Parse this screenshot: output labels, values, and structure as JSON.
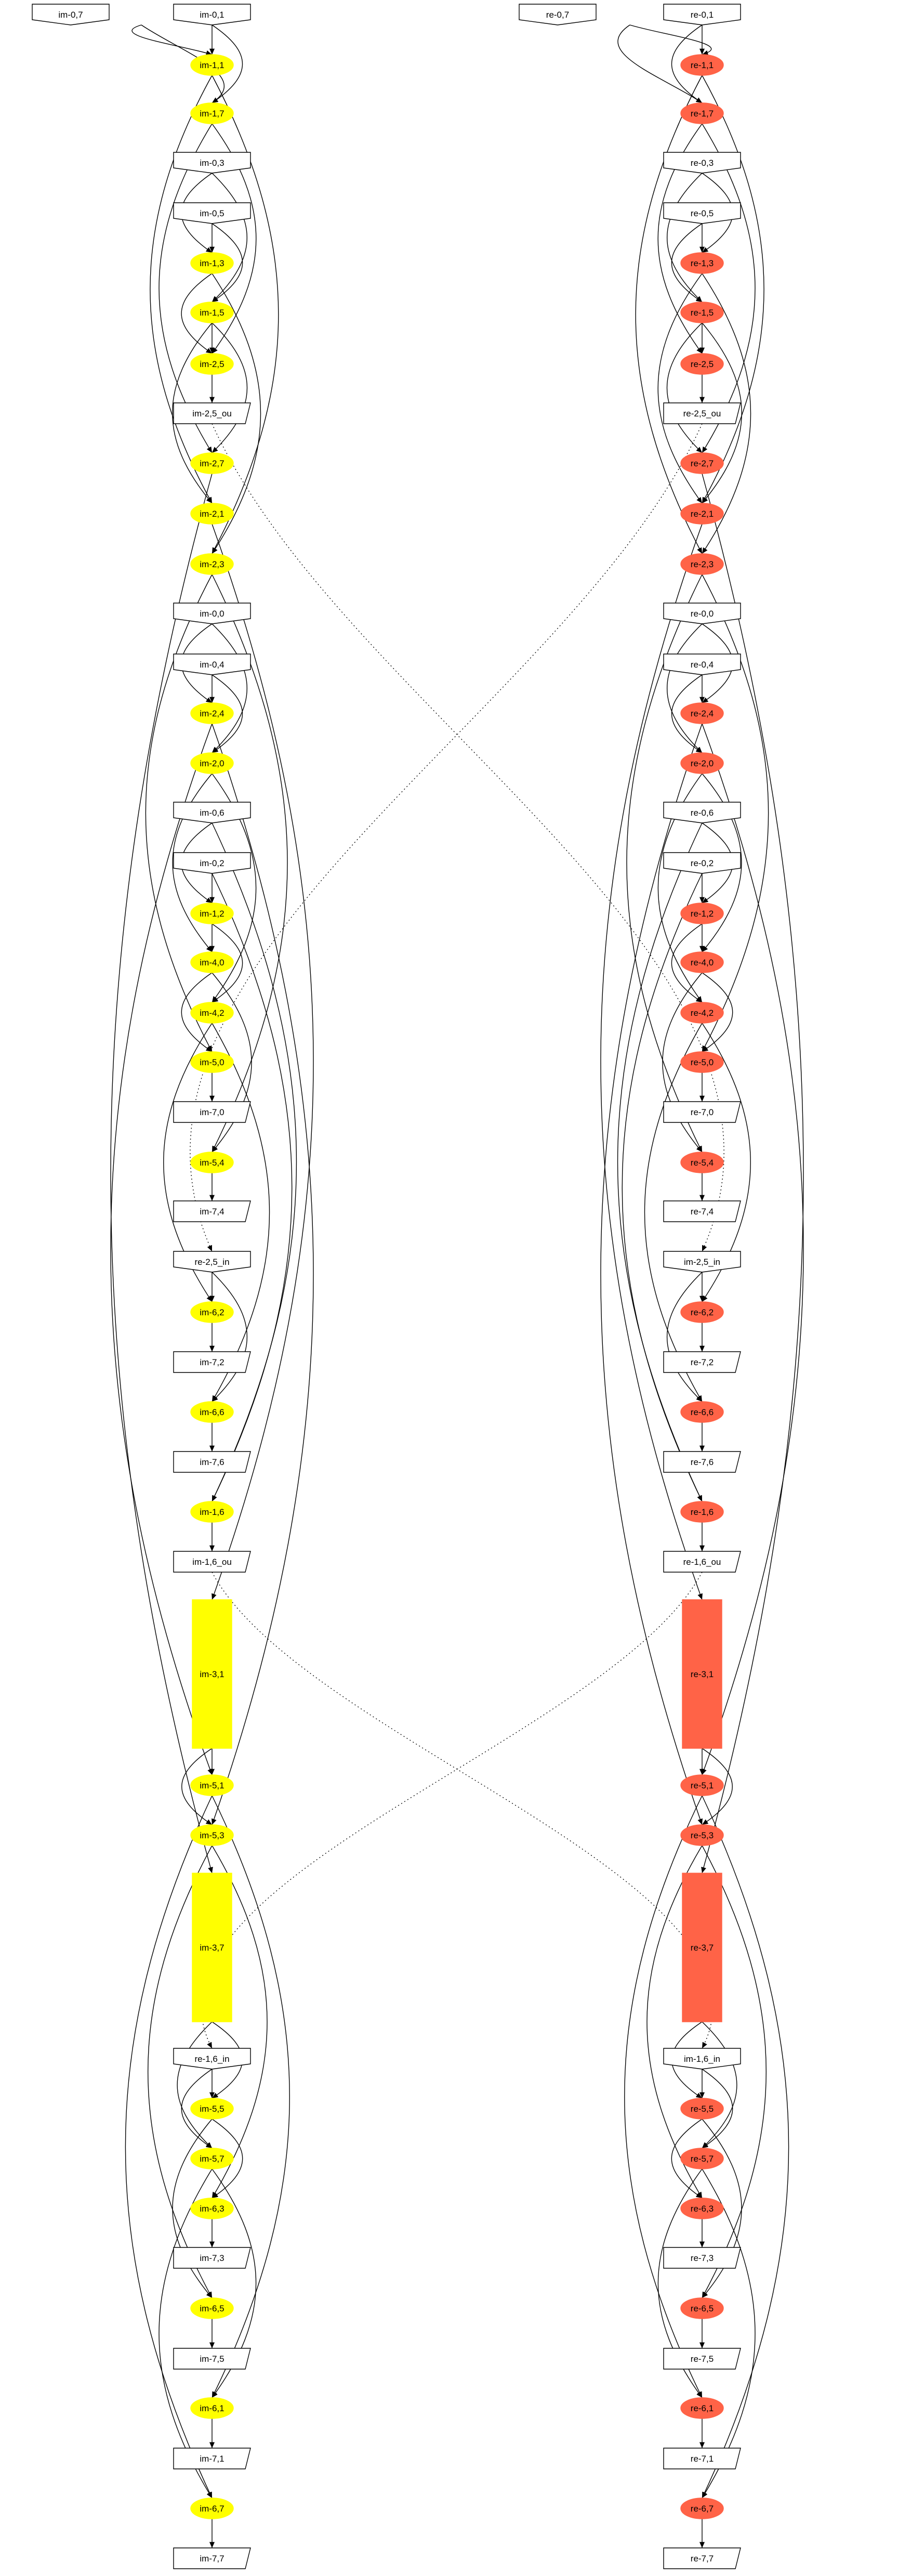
{
  "colors": {
    "im": "#ffff00",
    "re": "#ff6347",
    "io": "#ffffff",
    "stroke": "#000000"
  },
  "nodes": [
    {
      "id": "im-0,7",
      "label": "im-0,7",
      "type": "input"
    },
    {
      "id": "im-0,1",
      "label": "im-0,1",
      "type": "input"
    },
    {
      "id": "im-1,1",
      "label": "im-1,1",
      "type": "im"
    },
    {
      "id": "im-1,7",
      "label": "im-1,7",
      "type": "im"
    },
    {
      "id": "im-0,3",
      "label": "im-0,3",
      "type": "input"
    },
    {
      "id": "im-0,5",
      "label": "im-0,5",
      "type": "input"
    },
    {
      "id": "im-1,3",
      "label": "im-1,3",
      "type": "im"
    },
    {
      "id": "im-1,5",
      "label": "im-1,5",
      "type": "im"
    },
    {
      "id": "im-2,5",
      "label": "im-2,5",
      "type": "im"
    },
    {
      "id": "im-2,5_ou",
      "label": "im-2,5_ou",
      "type": "output"
    },
    {
      "id": "im-2,7",
      "label": "im-2,7",
      "type": "im"
    },
    {
      "id": "im-2,1",
      "label": "im-2,1",
      "type": "im"
    },
    {
      "id": "im-2,3",
      "label": "im-2,3",
      "type": "im"
    },
    {
      "id": "im-0,0",
      "label": "im-0,0",
      "type": "input"
    },
    {
      "id": "im-0,4",
      "label": "im-0,4",
      "type": "input"
    },
    {
      "id": "im-2,4",
      "label": "im-2,4",
      "type": "im"
    },
    {
      "id": "im-2,0",
      "label": "im-2,0",
      "type": "im"
    },
    {
      "id": "im-0,6",
      "label": "im-0,6",
      "type": "input"
    },
    {
      "id": "im-0,2",
      "label": "im-0,2",
      "type": "input"
    },
    {
      "id": "im-1,2",
      "label": "im-1,2",
      "type": "im"
    },
    {
      "id": "im-4,0",
      "label": "im-4,0",
      "type": "im"
    },
    {
      "id": "im-4,2",
      "label": "im-4,2",
      "type": "im"
    },
    {
      "id": "im-5,0",
      "label": "im-5,0",
      "type": "im"
    },
    {
      "id": "im-7,0",
      "label": "im-7,0",
      "type": "output"
    },
    {
      "id": "im-5,4",
      "label": "im-5,4",
      "type": "im"
    },
    {
      "id": "im-7,4",
      "label": "im-7,4",
      "type": "output"
    },
    {
      "id": "re-2,5_in",
      "label": "re-2,5_in",
      "type": "input"
    },
    {
      "id": "im-6,2",
      "label": "im-6,2",
      "type": "im"
    },
    {
      "id": "im-7,2",
      "label": "im-7,2",
      "type": "output"
    },
    {
      "id": "im-6,6",
      "label": "im-6,6",
      "type": "im"
    },
    {
      "id": "im-7,6",
      "label": "im-7,6",
      "type": "output"
    },
    {
      "id": "im-1,6",
      "label": "im-1,6",
      "type": "im"
    },
    {
      "id": "im-1,6_ou",
      "label": "im-1,6_ou",
      "type": "output"
    },
    {
      "id": "im-3,1",
      "label": "im-3,1",
      "type": "im-big"
    },
    {
      "id": "im-5,1",
      "label": "im-5,1",
      "type": "im"
    },
    {
      "id": "im-5,3",
      "label": "im-5,3",
      "type": "im"
    },
    {
      "id": "im-3,7",
      "label": "im-3,7",
      "type": "im-big"
    },
    {
      "id": "re-1,6_in",
      "label": "re-1,6_in",
      "type": "input"
    },
    {
      "id": "im-5,5",
      "label": "im-5,5",
      "type": "im"
    },
    {
      "id": "im-5,7",
      "label": "im-5,7",
      "type": "im"
    },
    {
      "id": "im-6,3",
      "label": "im-6,3",
      "type": "im"
    },
    {
      "id": "im-7,3",
      "label": "im-7,3",
      "type": "output"
    },
    {
      "id": "im-6,5",
      "label": "im-6,5",
      "type": "im"
    },
    {
      "id": "im-7,5",
      "label": "im-7,5",
      "type": "output"
    },
    {
      "id": "im-6,1",
      "label": "im-6,1",
      "type": "im"
    },
    {
      "id": "im-7,1",
      "label": "im-7,1",
      "type": "output"
    },
    {
      "id": "im-6,7",
      "label": "im-6,7",
      "type": "im"
    },
    {
      "id": "im-7,7",
      "label": "im-7,7",
      "type": "output"
    },
    {
      "id": "re-0,7",
      "label": "re-0,7",
      "type": "input"
    },
    {
      "id": "re-0,1",
      "label": "re-0,1",
      "type": "input"
    },
    {
      "id": "re-1,1",
      "label": "re-1,1",
      "type": "re"
    },
    {
      "id": "re-1,7",
      "label": "re-1,7",
      "type": "re"
    },
    {
      "id": "re-0,3",
      "label": "re-0,3",
      "type": "input"
    },
    {
      "id": "re-0,5",
      "label": "re-0,5",
      "type": "input"
    },
    {
      "id": "re-1,3",
      "label": "re-1,3",
      "type": "re"
    },
    {
      "id": "re-1,5",
      "label": "re-1,5",
      "type": "re"
    },
    {
      "id": "re-2,5",
      "label": "re-2,5",
      "type": "re"
    },
    {
      "id": "re-2,5_ou",
      "label": "re-2,5_ou",
      "type": "output"
    },
    {
      "id": "re-2,7",
      "label": "re-2,7",
      "type": "re"
    },
    {
      "id": "re-2,1",
      "label": "re-2,1",
      "type": "re"
    },
    {
      "id": "re-2,3",
      "label": "re-2,3",
      "type": "re"
    },
    {
      "id": "re-0,0",
      "label": "re-0,0",
      "type": "input"
    },
    {
      "id": "re-0,4",
      "label": "re-0,4",
      "type": "input"
    },
    {
      "id": "re-2,4",
      "label": "re-2,4",
      "type": "re"
    },
    {
      "id": "re-2,0",
      "label": "re-2,0",
      "type": "re"
    },
    {
      "id": "re-0,6",
      "label": "re-0,6",
      "type": "input"
    },
    {
      "id": "re-0,2",
      "label": "re-0,2",
      "type": "input"
    },
    {
      "id": "re-1,2",
      "label": "re-1,2",
      "type": "re"
    },
    {
      "id": "re-4,0",
      "label": "re-4,0",
      "type": "re"
    },
    {
      "id": "re-4,2",
      "label": "re-4,2",
      "type": "re"
    },
    {
      "id": "re-5,0",
      "label": "re-5,0",
      "type": "re"
    },
    {
      "id": "re-7,0",
      "label": "re-7,0",
      "type": "output"
    },
    {
      "id": "re-5,4",
      "label": "re-5,4",
      "type": "re"
    },
    {
      "id": "re-7,4",
      "label": "re-7,4",
      "type": "output"
    },
    {
      "id": "im-2,5_in",
      "label": "im-2,5_in",
      "type": "input"
    },
    {
      "id": "re-6,2",
      "label": "re-6,2",
      "type": "re"
    },
    {
      "id": "re-7,2",
      "label": "re-7,2",
      "type": "output"
    },
    {
      "id": "re-6,6",
      "label": "re-6,6",
      "type": "re"
    },
    {
      "id": "re-7,6",
      "label": "re-7,6",
      "type": "output"
    },
    {
      "id": "re-1,6",
      "label": "re-1,6",
      "type": "re"
    },
    {
      "id": "re-1,6_ou",
      "label": "re-1,6_ou",
      "type": "output"
    },
    {
      "id": "re-3,1",
      "label": "re-3,1",
      "type": "re-big"
    },
    {
      "id": "re-5,1",
      "label": "re-5,1",
      "type": "re"
    },
    {
      "id": "re-5,3",
      "label": "re-5,3",
      "type": "re"
    },
    {
      "id": "re-3,7",
      "label": "re-3,7",
      "type": "re-big"
    },
    {
      "id": "im-1,6_in",
      "label": "im-1,6_in",
      "type": "input"
    },
    {
      "id": "re-5,5",
      "label": "re-5,5",
      "type": "re"
    },
    {
      "id": "re-5,7",
      "label": "re-5,7",
      "type": "re"
    },
    {
      "id": "re-6,3",
      "label": "re-6,3",
      "type": "re"
    },
    {
      "id": "re-7,3",
      "label": "re-7,3",
      "type": "output"
    },
    {
      "id": "re-6,5",
      "label": "re-6,5",
      "type": "re"
    },
    {
      "id": "re-7,5",
      "label": "re-7,5",
      "type": "output"
    },
    {
      "id": "re-6,1",
      "label": "re-6,1",
      "type": "re"
    },
    {
      "id": "re-7,1",
      "label": "re-7,1",
      "type": "output"
    },
    {
      "id": "re-6,7",
      "label": "re-6,7",
      "type": "re"
    },
    {
      "id": "re-7,7",
      "label": "re-7,7",
      "type": "output"
    }
  ],
  "edges": [
    [
      "im-0,7",
      "im-1,1"
    ],
    [
      "im-0,7",
      "im-1,7"
    ],
    [
      "im-0,1",
      "im-1,1"
    ],
    [
      "im-0,1",
      "im-1,7"
    ],
    [
      "im-1,1",
      "im-2,1"
    ],
    [
      "im-1,1",
      "im-2,3"
    ],
    [
      "im-1,7",
      "im-2,7"
    ],
    [
      "im-1,7",
      "im-2,5"
    ],
    [
      "im-0,3",
      "im-1,3"
    ],
    [
      "im-0,3",
      "im-1,5"
    ],
    [
      "im-0,5",
      "im-1,3"
    ],
    [
      "im-0,5",
      "im-1,5"
    ],
    [
      "im-1,3",
      "im-2,5"
    ],
    [
      "im-1,3",
      "im-2,3"
    ],
    [
      "im-1,5",
      "im-2,5"
    ],
    [
      "im-1,5",
      "im-2,7"
    ],
    [
      "im-1,5",
      "im-2,1"
    ],
    [
      "im-2,5",
      "im-2,5_ou"
    ],
    [
      "im-2,7",
      "im-3,7"
    ],
    [
      "im-2,1",
      "im-3,1"
    ],
    [
      "im-2,3",
      "im-5,0"
    ],
    [
      "im-2,3",
      "im-5,4"
    ],
    [
      "im-0,0",
      "im-2,4"
    ],
    [
      "im-0,0",
      "im-2,0"
    ],
    [
      "im-0,4",
      "im-2,4"
    ],
    [
      "im-0,4",
      "im-2,0"
    ],
    [
      "im-2,4",
      "im-5,1"
    ],
    [
      "im-2,4",
      "im-5,3"
    ],
    [
      "im-2,0",
      "im-4,0"
    ],
    [
      "im-2,0",
      "im-4,2"
    ],
    [
      "im-0,6",
      "im-1,2"
    ],
    [
      "im-0,6",
      "im-1,6"
    ],
    [
      "im-0,2",
      "im-1,2"
    ],
    [
      "im-0,2",
      "im-1,6"
    ],
    [
      "im-1,2",
      "im-4,0"
    ],
    [
      "im-1,2",
      "im-4,2"
    ],
    [
      "im-4,0",
      "im-5,0"
    ],
    [
      "im-4,0",
      "im-5,4"
    ],
    [
      "im-4,2",
      "im-6,2"
    ],
    [
      "im-4,2",
      "im-6,6"
    ],
    [
      "im-5,0",
      "im-7,0"
    ],
    [
      "im-5,4",
      "im-7,4"
    ],
    [
      "re-2,5_in",
      "im-6,2"
    ],
    [
      "re-2,5_in",
      "im-6,6"
    ],
    [
      "im-6,2",
      "im-7,2"
    ],
    [
      "im-6,6",
      "im-7,6"
    ],
    [
      "im-1,6",
      "im-1,6_ou"
    ],
    [
      "im-3,1",
      "im-5,1"
    ],
    [
      "im-3,1",
      "im-5,3"
    ],
    [
      "im-5,1",
      "im-6,1"
    ],
    [
      "im-5,1",
      "im-6,7"
    ],
    [
      "im-5,3",
      "im-6,3"
    ],
    [
      "im-5,3",
      "im-6,5"
    ],
    [
      "im-3,7",
      "im-5,5"
    ],
    [
      "im-3,7",
      "im-5,7"
    ],
    [
      "re-1,6_in",
      "im-5,5"
    ],
    [
      "re-1,6_in",
      "im-5,7"
    ],
    [
      "im-5,5",
      "im-6,3"
    ],
    [
      "im-5,5",
      "im-6,5"
    ],
    [
      "im-5,7",
      "im-6,1"
    ],
    [
      "im-5,7",
      "im-6,7"
    ],
    [
      "im-6,3",
      "im-7,3"
    ],
    [
      "im-6,5",
      "im-7,5"
    ],
    [
      "im-6,1",
      "im-7,1"
    ],
    [
      "im-6,7",
      "im-7,7"
    ],
    [
      "re-0,7",
      "re-1,1"
    ],
    [
      "re-0,7",
      "re-1,7"
    ],
    [
      "re-0,1",
      "re-1,1"
    ],
    [
      "re-0,1",
      "re-1,7"
    ],
    [
      "re-1,1",
      "re-2,1"
    ],
    [
      "re-1,1",
      "re-2,3"
    ],
    [
      "re-1,7",
      "re-2,7"
    ],
    [
      "re-1,7",
      "re-2,5"
    ],
    [
      "re-0,3",
      "re-1,3"
    ],
    [
      "re-0,3",
      "re-1,5"
    ],
    [
      "re-0,5",
      "re-1,3"
    ],
    [
      "re-0,5",
      "re-1,5"
    ],
    [
      "re-1,3",
      "re-2,3"
    ],
    [
      "re-1,3",
      "re-2,1"
    ],
    [
      "re-1,5",
      "re-2,5"
    ],
    [
      "re-1,5",
      "re-2,7"
    ],
    [
      "re-1,5",
      "re-2,1"
    ],
    [
      "re-2,5",
      "re-2,5_ou"
    ],
    [
      "re-2,7",
      "re-3,7"
    ],
    [
      "re-2,1",
      "re-3,1"
    ],
    [
      "re-2,3",
      "re-5,0"
    ],
    [
      "re-2,3",
      "re-5,4"
    ],
    [
      "re-0,0",
      "re-2,4"
    ],
    [
      "re-0,0",
      "re-2,0"
    ],
    [
      "re-0,4",
      "re-2,4"
    ],
    [
      "re-0,4",
      "re-2,0"
    ],
    [
      "re-2,4",
      "re-5,1"
    ],
    [
      "re-2,4",
      "re-5,3"
    ],
    [
      "re-2,0",
      "re-4,0"
    ],
    [
      "re-2,0",
      "re-4,2"
    ],
    [
      "re-0,6",
      "re-1,2"
    ],
    [
      "re-0,6",
      "re-1,6"
    ],
    [
      "re-0,2",
      "re-1,2"
    ],
    [
      "re-0,2",
      "re-1,6"
    ],
    [
      "re-1,2",
      "re-4,0"
    ],
    [
      "re-1,2",
      "re-4,2"
    ],
    [
      "re-4,0",
      "re-5,0"
    ],
    [
      "re-4,0",
      "re-5,4"
    ],
    [
      "re-4,2",
      "re-6,2"
    ],
    [
      "re-4,2",
      "re-6,6"
    ],
    [
      "re-5,0",
      "re-7,0"
    ],
    [
      "re-5,4",
      "re-7,4"
    ],
    [
      "im-2,5_in",
      "re-6,2"
    ],
    [
      "im-2,5_in",
      "re-6,6"
    ],
    [
      "re-6,2",
      "re-7,2"
    ],
    [
      "re-6,6",
      "re-7,6"
    ],
    [
      "re-1,6",
      "re-1,6_ou"
    ],
    [
      "re-3,1",
      "re-5,1"
    ],
    [
      "re-3,1",
      "re-5,3"
    ],
    [
      "re-5,1",
      "re-6,1"
    ],
    [
      "re-5,1",
      "re-6,7"
    ],
    [
      "re-5,3",
      "re-6,3"
    ],
    [
      "re-5,3",
      "re-6,5"
    ],
    [
      "re-3,7",
      "re-5,5"
    ],
    [
      "re-3,7",
      "re-5,7"
    ],
    [
      "im-1,6_in",
      "re-5,5"
    ],
    [
      "im-1,6_in",
      "re-5,7"
    ],
    [
      "re-5,5",
      "re-6,3"
    ],
    [
      "re-5,5",
      "re-6,5"
    ],
    [
      "re-5,7",
      "re-6,1"
    ],
    [
      "re-5,7",
      "re-6,7"
    ],
    [
      "re-6,3",
      "re-7,3"
    ],
    [
      "re-6,5",
      "re-7,5"
    ],
    [
      "re-6,1",
      "re-7,1"
    ],
    [
      "re-6,7",
      "re-7,7"
    ]
  ],
  "dotted_edges": [
    [
      "im-2,5_ou",
      "im-2,5_in"
    ],
    [
      "re-2,5_ou",
      "re-2,5_in"
    ],
    [
      "im-1,6_ou",
      "im-1,6_in"
    ],
    [
      "re-1,6_ou",
      "re-1,6_in"
    ]
  ]
}
